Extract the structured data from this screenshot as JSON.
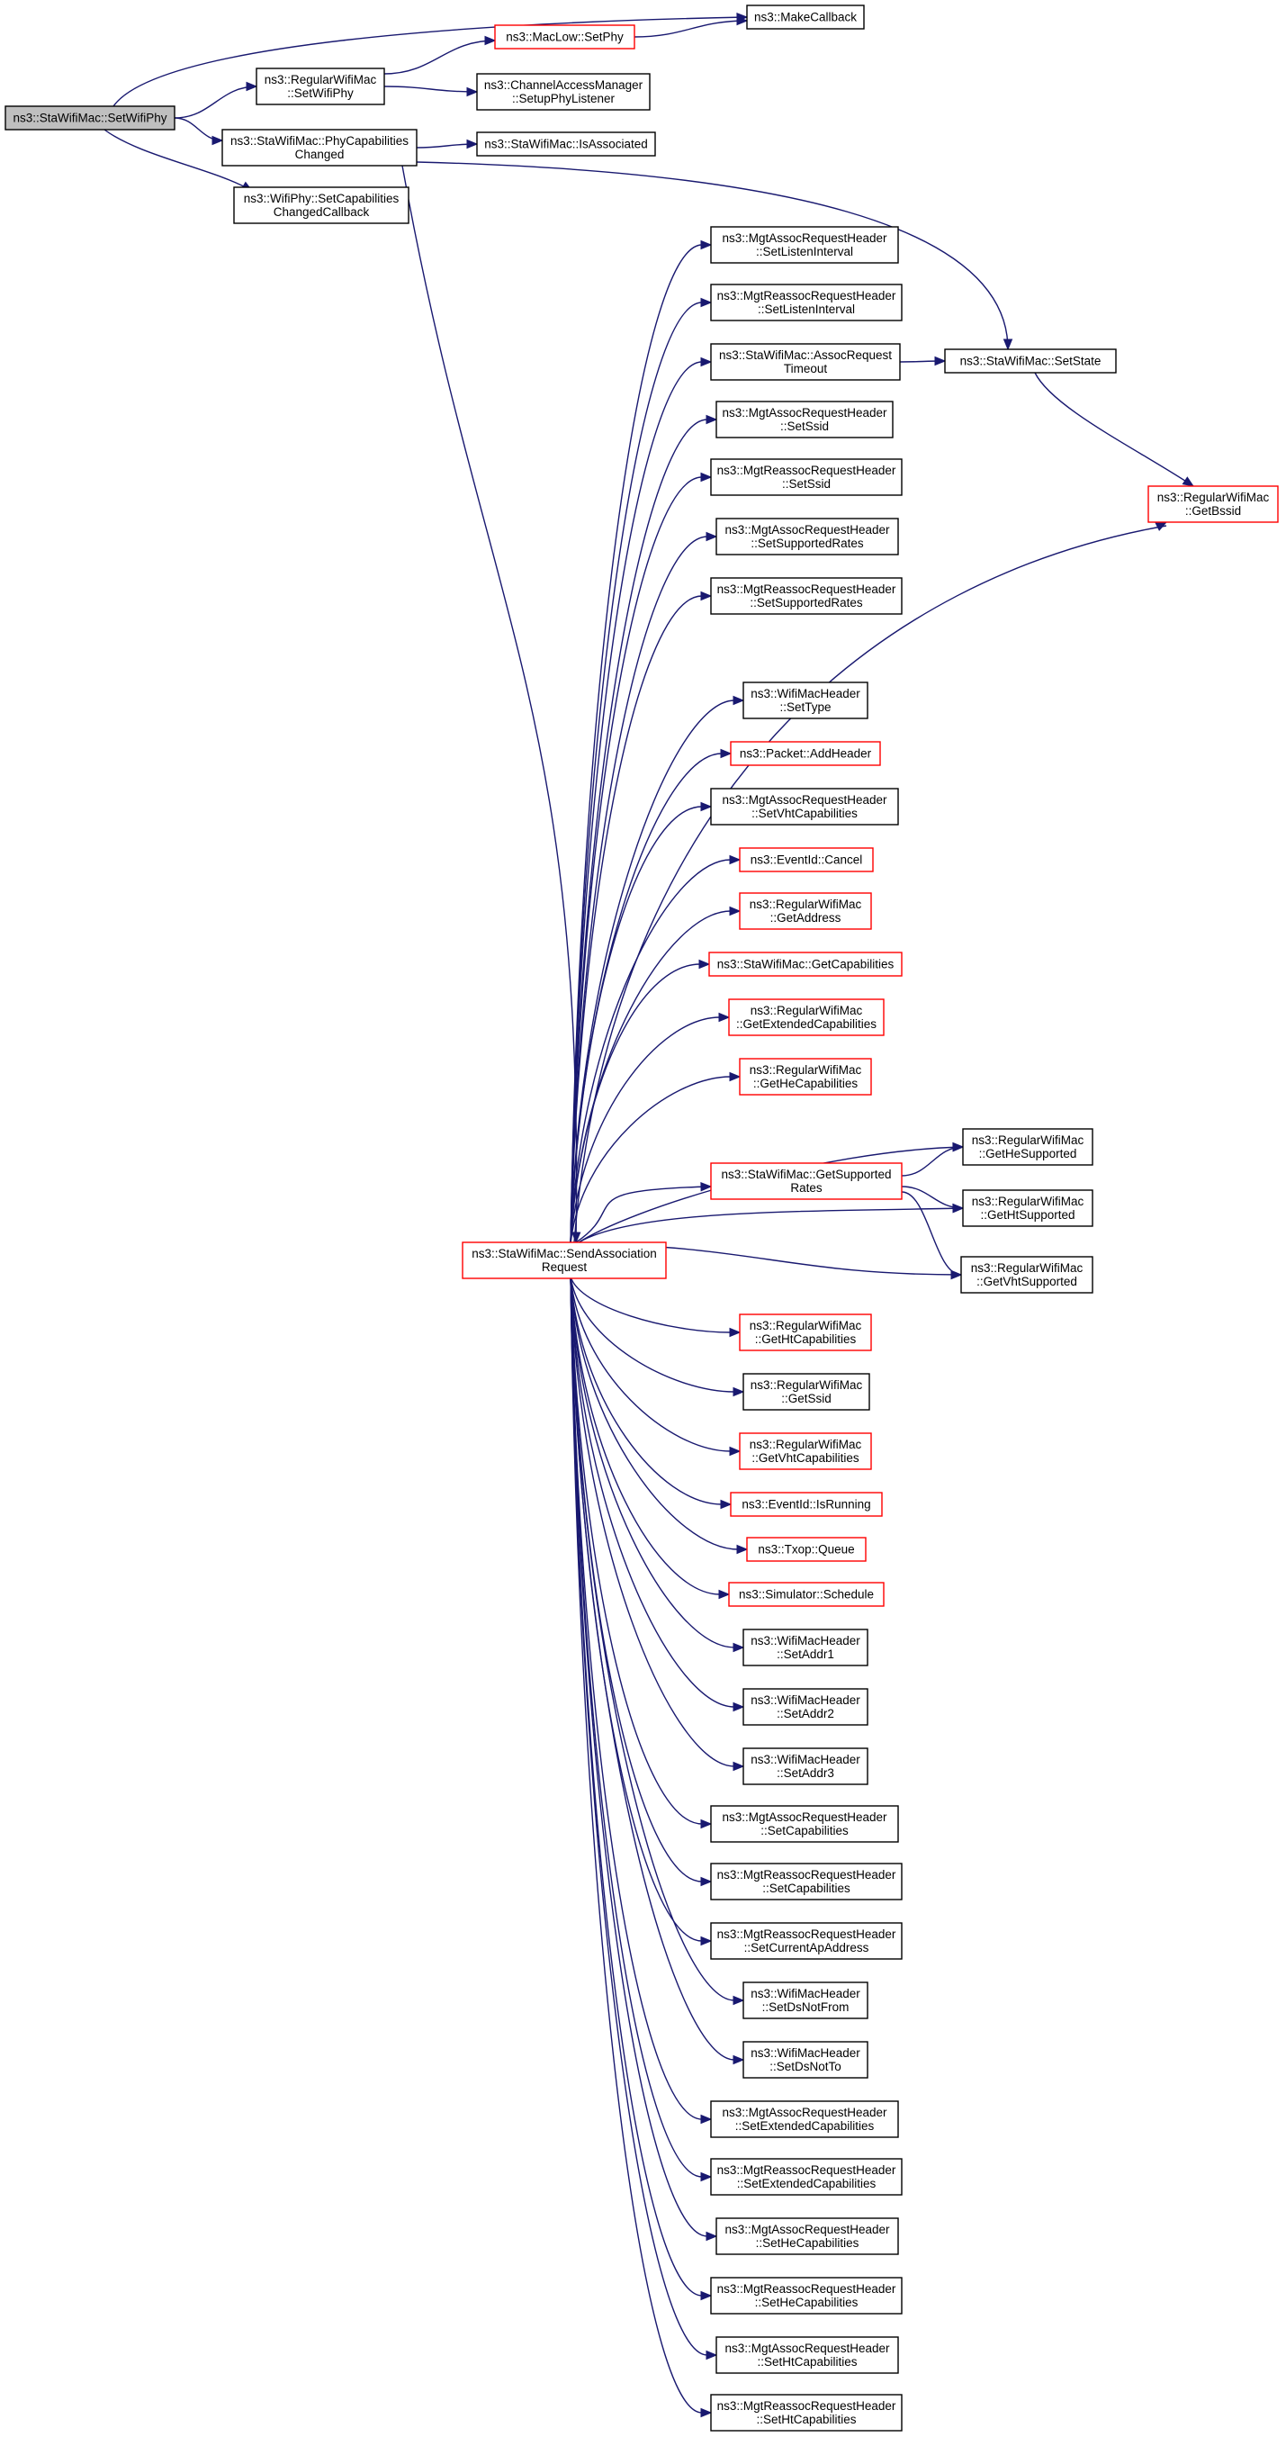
{
  "graph": {
    "root": "n0",
    "nodes": [
      {
        "id": "n0",
        "lines": [
          "ns3::StaWifiMac::SetWifiPhy"
        ],
        "border": "black",
        "root": true
      },
      {
        "id": "n1",
        "lines": [
          "ns3::MakeCallback"
        ],
        "border": "black"
      },
      {
        "id": "n2",
        "lines": [
          "ns3::MacLow::SetPhy"
        ],
        "border": "red"
      },
      {
        "id": "n3",
        "lines": [
          "ns3::RegularWifiMac",
          "::SetWifiPhy"
        ],
        "border": "black"
      },
      {
        "id": "n4",
        "lines": [
          "ns3::ChannelAccessManager",
          "::SetupPhyListener"
        ],
        "border": "black"
      },
      {
        "id": "n5",
        "lines": [
          "ns3::StaWifiMac::PhyCapabilities",
          "Changed"
        ],
        "border": "black"
      },
      {
        "id": "n6",
        "lines": [
          "ns3::StaWifiMac::IsAssociated"
        ],
        "border": "black"
      },
      {
        "id": "n7",
        "lines": [
          "ns3::WifiPhy::SetCapabilities",
          "ChangedCallback"
        ],
        "border": "black"
      },
      {
        "id": "n8",
        "lines": [
          "ns3::StaWifiMac::SendAssociation",
          "Request"
        ],
        "border": "red"
      },
      {
        "id": "n9",
        "lines": [
          "ns3::StaWifiMac::SetState"
        ],
        "border": "black"
      },
      {
        "id": "n10",
        "lines": [
          "ns3::RegularWifiMac",
          "::GetBssid"
        ],
        "border": "red"
      },
      {
        "id": "c1",
        "lines": [
          "ns3::MgtAssocRequestHeader",
          "::SetListenInterval"
        ],
        "border": "black"
      },
      {
        "id": "c2",
        "lines": [
          "ns3::MgtReassocRequestHeader",
          "::SetListenInterval"
        ],
        "border": "black"
      },
      {
        "id": "c3",
        "lines": [
          "ns3::StaWifiMac::AssocRequest",
          "Timeout"
        ],
        "border": "black"
      },
      {
        "id": "c4",
        "lines": [
          "ns3::MgtAssocRequestHeader",
          "::SetSsid"
        ],
        "border": "black"
      },
      {
        "id": "c5",
        "lines": [
          "ns3::MgtReassocRequestHeader",
          "::SetSsid"
        ],
        "border": "black"
      },
      {
        "id": "c6",
        "lines": [
          "ns3::MgtAssocRequestHeader",
          "::SetSupportedRates"
        ],
        "border": "black"
      },
      {
        "id": "c7",
        "lines": [
          "ns3::MgtReassocRequestHeader",
          "::SetSupportedRates"
        ],
        "border": "black"
      },
      {
        "id": "c8",
        "lines": [
          "ns3::WifiMacHeader",
          "::SetType"
        ],
        "border": "black"
      },
      {
        "id": "c9",
        "lines": [
          "ns3::Packet::AddHeader"
        ],
        "border": "red"
      },
      {
        "id": "c10",
        "lines": [
          "ns3::MgtAssocRequestHeader",
          "::SetVhtCapabilities"
        ],
        "border": "black"
      },
      {
        "id": "c11",
        "lines": [
          "ns3::EventId::Cancel"
        ],
        "border": "red"
      },
      {
        "id": "c12",
        "lines": [
          "ns3::RegularWifiMac",
          "::GetAddress"
        ],
        "border": "red"
      },
      {
        "id": "c13",
        "lines": [
          "ns3::StaWifiMac::GetCapabilities"
        ],
        "border": "red"
      },
      {
        "id": "c14",
        "lines": [
          "ns3::RegularWifiMac",
          "::GetExtendedCapabilities"
        ],
        "border": "red"
      },
      {
        "id": "c15",
        "lines": [
          "ns3::RegularWifiMac",
          "::GetHeCapabilities"
        ],
        "border": "red"
      },
      {
        "id": "c16",
        "lines": [
          "ns3::StaWifiMac::GetSupported",
          "Rates"
        ],
        "border": "red"
      },
      {
        "id": "r1",
        "lines": [
          "ns3::RegularWifiMac",
          "::GetHeSupported"
        ],
        "border": "black"
      },
      {
        "id": "r2",
        "lines": [
          "ns3::RegularWifiMac",
          "::GetHtSupported"
        ],
        "border": "black"
      },
      {
        "id": "r3",
        "lines": [
          "ns3::RegularWifiMac",
          "::GetVhtSupported"
        ],
        "border": "black"
      },
      {
        "id": "c17",
        "lines": [
          "ns3::RegularWifiMac",
          "::GetHtCapabilities"
        ],
        "border": "red"
      },
      {
        "id": "c18",
        "lines": [
          "ns3::RegularWifiMac",
          "::GetSsid"
        ],
        "border": "black"
      },
      {
        "id": "c19",
        "lines": [
          "ns3::RegularWifiMac",
          "::GetVhtCapabilities"
        ],
        "border": "red"
      },
      {
        "id": "c20",
        "lines": [
          "ns3::EventId::IsRunning"
        ],
        "border": "red"
      },
      {
        "id": "c21",
        "lines": [
          "ns3::Txop::Queue"
        ],
        "border": "red"
      },
      {
        "id": "c22",
        "lines": [
          "ns3::Simulator::Schedule"
        ],
        "border": "red"
      },
      {
        "id": "c23",
        "lines": [
          "ns3::WifiMacHeader",
          "::SetAddr1"
        ],
        "border": "black"
      },
      {
        "id": "c24",
        "lines": [
          "ns3::WifiMacHeader",
          "::SetAddr2"
        ],
        "border": "black"
      },
      {
        "id": "c25",
        "lines": [
          "ns3::WifiMacHeader",
          "::SetAddr3"
        ],
        "border": "black"
      },
      {
        "id": "c26",
        "lines": [
          "ns3::MgtAssocRequestHeader",
          "::SetCapabilities"
        ],
        "border": "black"
      },
      {
        "id": "c27",
        "lines": [
          "ns3::MgtReassocRequestHeader",
          "::SetCapabilities"
        ],
        "border": "black"
      },
      {
        "id": "c28",
        "lines": [
          "ns3::MgtReassocRequestHeader",
          "::SetCurrentApAddress"
        ],
        "border": "black"
      },
      {
        "id": "c29",
        "lines": [
          "ns3::WifiMacHeader",
          "::SetDsNotFrom"
        ],
        "border": "black"
      },
      {
        "id": "c30",
        "lines": [
          "ns3::WifiMacHeader",
          "::SetDsNotTo"
        ],
        "border": "black"
      },
      {
        "id": "c31",
        "lines": [
          "ns3::MgtAssocRequestHeader",
          "::SetExtendedCapabilities"
        ],
        "border": "black"
      },
      {
        "id": "c32",
        "lines": [
          "ns3::MgtReassocRequestHeader",
          "::SetExtendedCapabilities"
        ],
        "border": "black"
      },
      {
        "id": "c33",
        "lines": [
          "ns3::MgtAssocRequestHeader",
          "::SetHeCapabilities"
        ],
        "border": "black"
      },
      {
        "id": "c34",
        "lines": [
          "ns3::MgtReassocRequestHeader",
          "::SetHeCapabilities"
        ],
        "border": "black"
      },
      {
        "id": "c35",
        "lines": [
          "ns3::MgtAssocRequestHeader",
          "::SetHtCapabilities"
        ],
        "border": "black"
      },
      {
        "id": "c36",
        "lines": [
          "ns3::MgtReassocRequestHeader",
          "::SetHtCapabilities"
        ],
        "border": "black"
      }
    ],
    "edges": [
      [
        "n0",
        "n1"
      ],
      [
        "n0",
        "n3"
      ],
      [
        "n0",
        "n5"
      ],
      [
        "n0",
        "n7"
      ],
      [
        "n2",
        "n1"
      ],
      [
        "n3",
        "n2"
      ],
      [
        "n3",
        "n4"
      ],
      [
        "n5",
        "n6"
      ],
      [
        "n5",
        "n9"
      ],
      [
        "n5",
        "n8"
      ],
      [
        "n9",
        "n10"
      ],
      [
        "c3",
        "n9"
      ],
      [
        "n8",
        "c1"
      ],
      [
        "n8",
        "c2"
      ],
      [
        "n8",
        "c3"
      ],
      [
        "n8",
        "c4"
      ],
      [
        "n8",
        "c5"
      ],
      [
        "n8",
        "c6"
      ],
      [
        "n8",
        "c7"
      ],
      [
        "n8",
        "n10"
      ],
      [
        "n8",
        "c8"
      ],
      [
        "n8",
        "c9"
      ],
      [
        "n8",
        "c10"
      ],
      [
        "n8",
        "c11"
      ],
      [
        "n8",
        "c12"
      ],
      [
        "n8",
        "c13"
      ],
      [
        "n8",
        "c14"
      ],
      [
        "n8",
        "c15"
      ],
      [
        "n8",
        "r1"
      ],
      [
        "n8",
        "c16"
      ],
      [
        "n8",
        "r2"
      ],
      [
        "n8",
        "r3"
      ],
      [
        "c16",
        "r1"
      ],
      [
        "c16",
        "r2"
      ],
      [
        "c16",
        "r3"
      ],
      [
        "n8",
        "c17"
      ],
      [
        "n8",
        "c18"
      ],
      [
        "n8",
        "c19"
      ],
      [
        "n8",
        "c20"
      ],
      [
        "n8",
        "c21"
      ],
      [
        "n8",
        "c22"
      ],
      [
        "n8",
        "c23"
      ],
      [
        "n8",
        "c24"
      ],
      [
        "n8",
        "c25"
      ],
      [
        "n8",
        "c26"
      ],
      [
        "n8",
        "c27"
      ],
      [
        "n8",
        "c28"
      ],
      [
        "n8",
        "c29"
      ],
      [
        "n8",
        "c30"
      ],
      [
        "n8",
        "c31"
      ],
      [
        "n8",
        "c32"
      ],
      [
        "n8",
        "c33"
      ],
      [
        "n8",
        "c34"
      ],
      [
        "n8",
        "c35"
      ],
      [
        "n8",
        "c36"
      ]
    ]
  }
}
